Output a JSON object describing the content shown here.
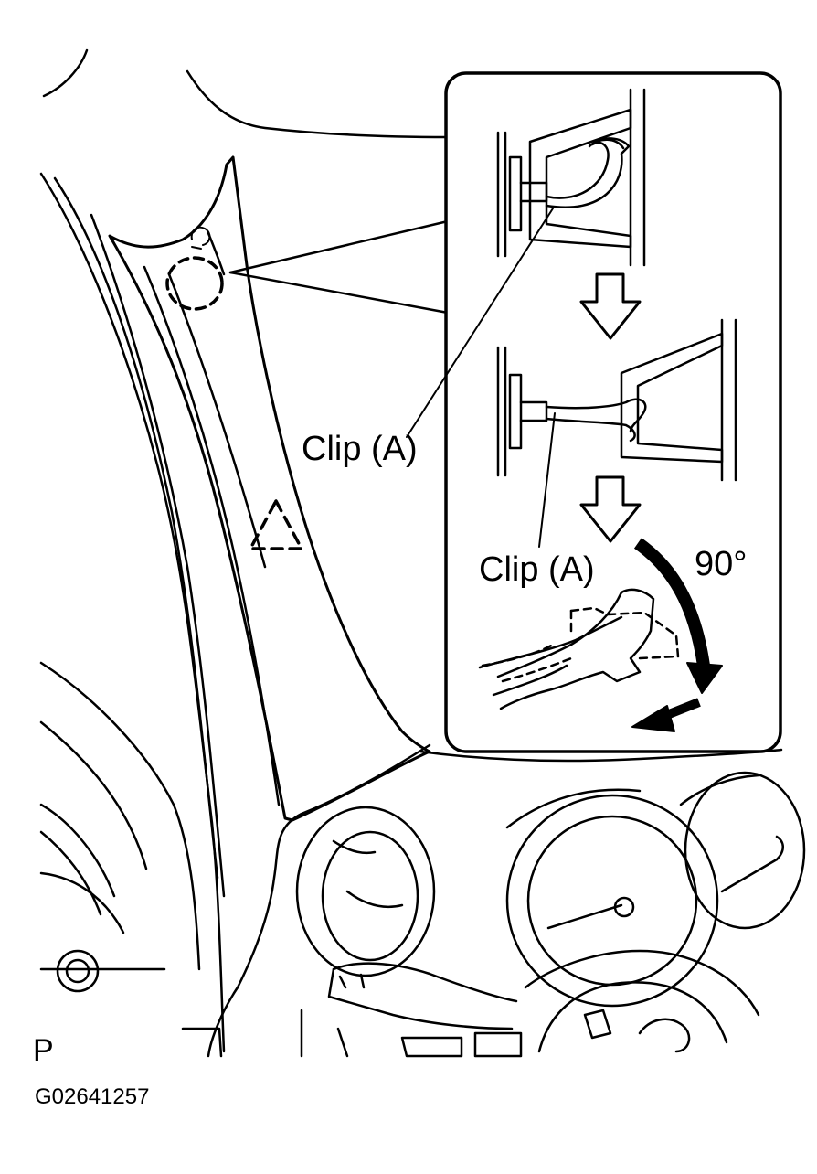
{
  "labels": {
    "clip_upper": "Clip (A)",
    "clip_lower": "Clip (A)",
    "rotation_angle": "90°",
    "view_marker": "P",
    "figure_code": "G02641257"
  }
}
